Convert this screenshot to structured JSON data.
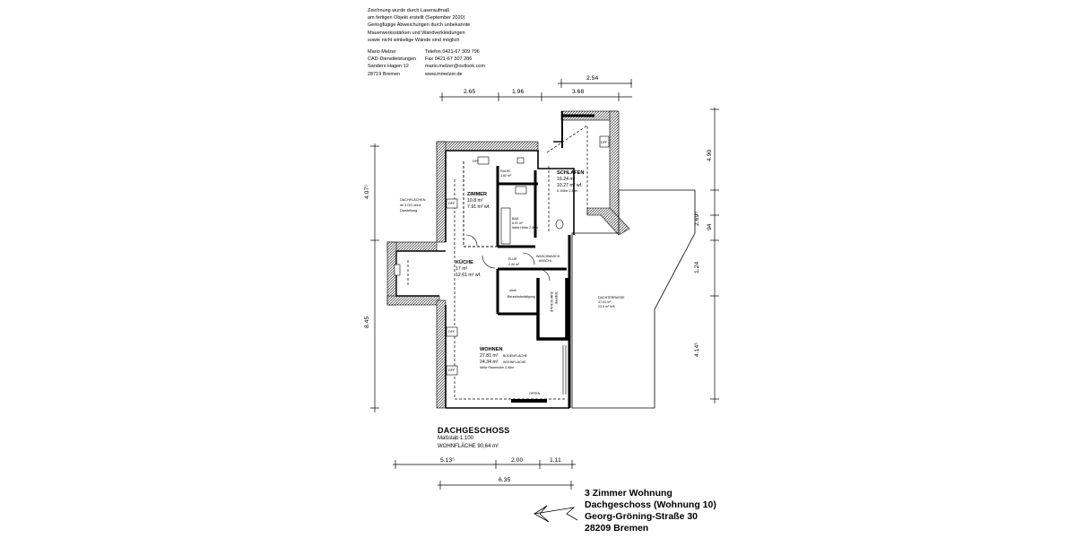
{
  "notes": {
    "lines": [
      "Zeichnung wurde durch Laseraufmaß",
      "am fertigen Objekt erstellt (September 2020)",
      "Geringfügige Abweichungen durch unbekannte",
      "Mauerwerksstärken und Wandverkleidungen",
      "sowie nicht winkelige Wände sind möglich"
    ]
  },
  "contact": {
    "left": [
      "Mario Melzer",
      "CAD-Dienstleistungen",
      "Sanders Hagen 12",
      "28719 Bremen"
    ],
    "right": [
      "Telefon 0421-67 309 796",
      "Fax 0421-67 307 286",
      "mario.melzer@outlook.com",
      "www.mmelzer.de"
    ]
  },
  "dims": {
    "top_upper": "2.54",
    "top_a": "2.65",
    "top_b": "1.96",
    "top_c": "3.68",
    "left_upper": "4.07⁵",
    "left_lower": "8.45",
    "right_a": "4.90",
    "right_b": "2.69⁵",
    "right_c": "94",
    "right_d": "1.24",
    "right_e": "4.14⁵",
    "bottom_a": "5.13⁵",
    "bottom_b": "2.00",
    "bottom_c": "1.11",
    "bottom_total": "6.35"
  },
  "rooms": {
    "zimmer": {
      "name": "ZIMMER",
      "a": "10.8 m²",
      "b": "7.91 m² wf."
    },
    "schlafen": {
      "name": "SCHLAFEN",
      "a": "16.24 m²",
      "b": "10.27 m² wf.",
      "c": "lt. Höhe 2,40m"
    },
    "raum": {
      "name": "RAUM",
      "a": "3.82 m²"
    },
    "bad": {
      "name": "BAD",
      "a": "6.91 m²",
      "b": "lichte Höhe 2,40m"
    },
    "kueche": {
      "name": "KÜCHE",
      "a": "17 m²",
      "b": "12.61 m² wf."
    },
    "flur": {
      "name": "FLUR",
      "a": "2.40 m²"
    },
    "wohnen": {
      "name": "WOHNEN",
      "a": "27.81 m²",
      "a_note": "BODENFLÄCHE",
      "b": "24.34 m²",
      "b_note": "WOHNFLÄCHE",
      "c": "lichte Raumhöhe 2,48m"
    },
    "dachterrasse": {
      "name": "DACHTERRASSE",
      "a": "47.01 m²",
      "b": "23.5 m² Wfl."
    }
  },
  "labels": {
    "dachflaechen_1": "DACHFLÄCHEN",
    "dachflaechen_2": "im 3.OG ohne",
    "dachflaechen_3": "Darstellung",
    "dff": "DFF",
    "ohne_1": "ohne",
    "ohne_2": "Bereichsbetätigung",
    "wasch_1": "WASCHMASCH.",
    "wasch_2": "ANSCHL.",
    "treppe_1": "TREPPE",
    "treppe_2": "ZUM SCHALE",
    "offen": "OFFEN"
  },
  "title": {
    "main": "DACHGESCHOSS",
    "scale": "Maßstab 1:100",
    "area": "WOHNFLÄCHE 90,64 m²"
  },
  "address": {
    "line1": "3 Zimmer Wohnung",
    "line2": "Dachgeschoss (Wohnung 10)",
    "line3": "Georg-Gröning-Straße 30",
    "line4": "28209 Bremen"
  }
}
